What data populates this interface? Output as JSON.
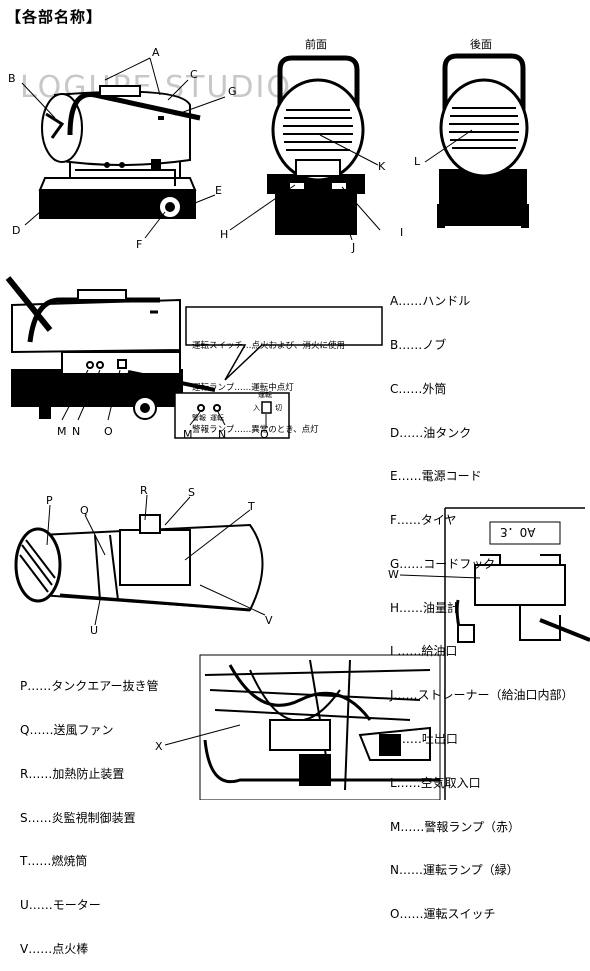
{
  "title": "【各部名称】",
  "watermark": "LOGUPE STUDIO",
  "views": {
    "front": "前面",
    "back": "後面"
  },
  "letters": {
    "A": "A",
    "B": "B",
    "C": "C",
    "D": "D",
    "E": "E",
    "F": "F",
    "G": "G",
    "H": "H",
    "I": "I",
    "J": "J",
    "K": "K",
    "L": "L",
    "M": "M",
    "N": "N",
    "O": "O",
    "P": "P",
    "Q": "Q",
    "R": "R",
    "S": "S",
    "T": "T",
    "U": "U",
    "V": "V",
    "W": "W",
    "X": "X"
  },
  "legend1": [
    "A……ハンドル",
    "B……ノブ",
    "C……外筒",
    "D……油タンク",
    "E……電源コード",
    "F……タイヤ",
    "G……コードフック",
    "H……油量計",
    "I ……給油口",
    "J……ストレーナー（給油口内部）",
    "K……吐出口",
    "L……空気取入口",
    "M……警報ランプ（赤）",
    "N……運転ランプ（緑）",
    "O……運転スイッチ"
  ],
  "callout": [
    "運転スイッチ…点火および、消火に使用",
    "運転ランプ……運転中点灯",
    "警報ランプ……異常のとき、点灯"
  ],
  "panel": {
    "alarm": "警報",
    "run": "運転",
    "switch": "運転",
    "on": "入",
    "off": "切"
  },
  "legend2": [
    "P……タンクエアー抜き管",
    "Q……送風ファン",
    "R……加熱防止装置",
    "S……炎監視制御装置",
    "T……燃焼筒",
    "U……モーター",
    "V……点火棒"
  ],
  "label_30a": "3．0A"
}
